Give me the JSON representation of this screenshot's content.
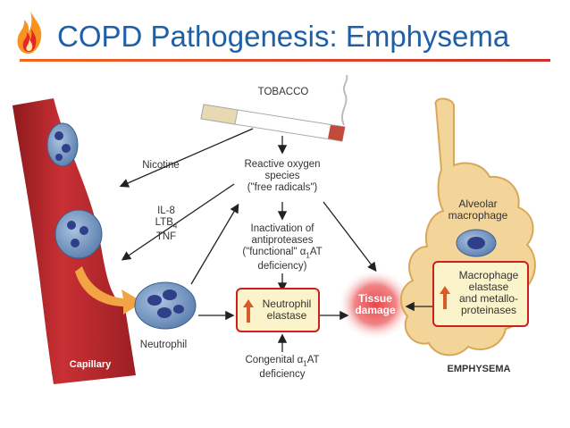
{
  "header": {
    "title": "COPD Pathogenesis: Emphysema"
  },
  "diagram": {
    "tobacco": "TOBACCO",
    "nicotine": "Nicotine",
    "ros": [
      "Reactive oxygen",
      "species",
      "(\"free radicals\")"
    ],
    "mediators": [
      "IL-8",
      "LTB",
      "TNF"
    ],
    "mediator_subscript": "4",
    "inactivation": [
      "Inactivation of",
      "antiproteases",
      "(\"functional\" α",
      "AT",
      "deficiency)"
    ],
    "inactivation_subscript": "1",
    "neutrophil_elastase": [
      "Neutrophil",
      "elastase"
    ],
    "neutrophil": "Neutrophil",
    "capillary": "Capillary",
    "congenital": [
      "Congenital α",
      "AT",
      "deficiency"
    ],
    "congenital_subscript": "1",
    "tissue_damage": [
      "Tissue",
      "damage"
    ],
    "alveolar_macrophage": [
      "Alveolar",
      "macrophage"
    ],
    "macrophage_elastase": [
      "Macrophage",
      "elastase",
      "and metallo-",
      "proteinases"
    ],
    "emphysema": "EMPHYSEMA"
  },
  "colors": {
    "title": "#1f5fa8",
    "rule": "#e0402a",
    "vessel": "#b3262a",
    "cell": "#5b7fae",
    "box_border": "#cc1f1f",
    "box_fill": "#fbf3c9",
    "alveolus": "#f3d59a",
    "damage": "#e8464a"
  },
  "icons": {
    "logo": "flame-icon",
    "up_arrow": "up-arrow-icon",
    "cigarette": "cigarette-icon"
  }
}
